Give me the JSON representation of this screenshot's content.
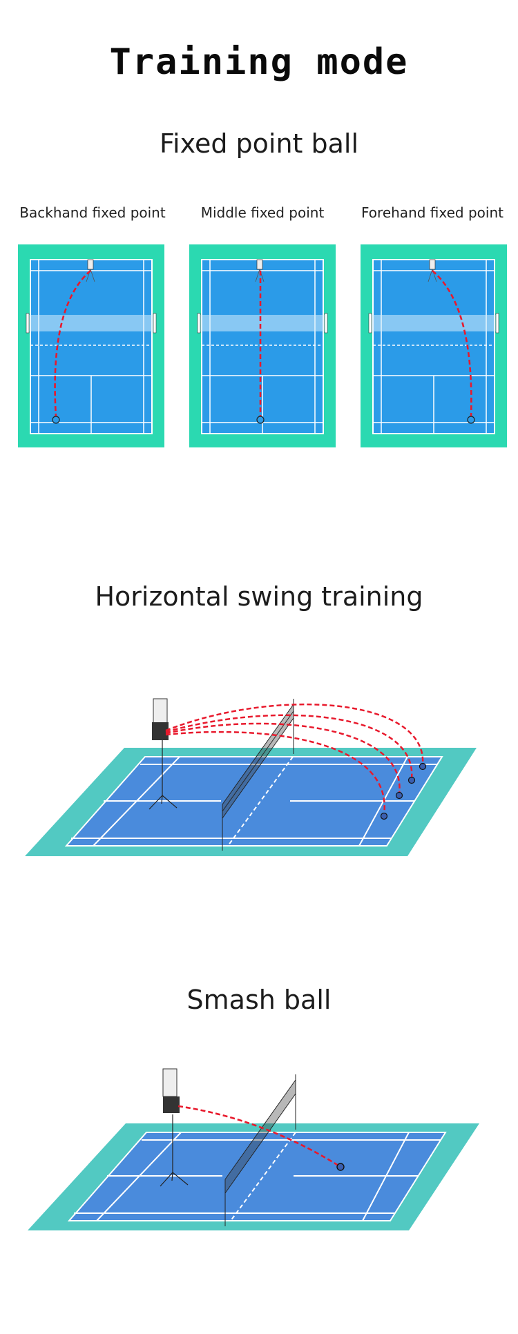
{
  "title": "Training mode",
  "sections": {
    "fixed_point": {
      "title": "Fixed point ball",
      "courts": [
        {
          "label": "Backhand fixed point",
          "target": "backhand"
        },
        {
          "label": "Middle fixed point",
          "target": "middle"
        },
        {
          "label": "Forehand fixed point",
          "target": "forehand"
        }
      ]
    },
    "horizontal_swing": {
      "title": "Horizontal swing training",
      "target_count": 4
    },
    "smash": {
      "title": "Smash ball"
    }
  },
  "colors": {
    "court_surround_top": "#2bd9b1",
    "court_blue": "#2b9be8",
    "court_surround_3d": "#52c9c2",
    "court_blue_3d": "#4a8bdc",
    "trajectory": "#e8192c",
    "lines": "#ffffff"
  }
}
